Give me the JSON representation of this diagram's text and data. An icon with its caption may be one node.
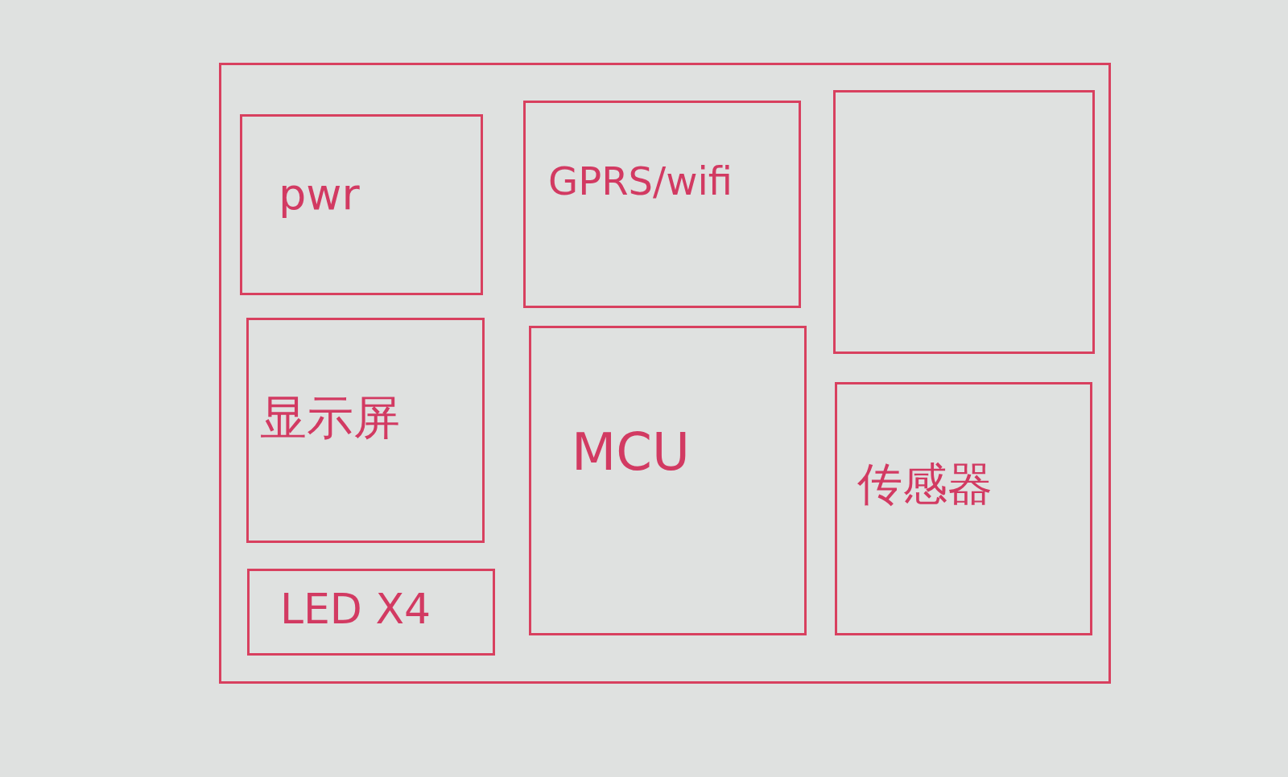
{
  "diagram": {
    "nodes": [
      {
        "text": [],
        "shape": "box"
      },
      {
        "text": [
          "pwr"
        ],
        "in": 0
      },
      {
        "text": [
          "GPRS/wifi"
        ],
        "in": 0
      },
      {
        "text": [],
        "shape": "box",
        "in": 0
      },
      {
        "text": [
          "显示屏"
        ],
        "in": 0
      },
      {
        "text": [
          "MCU"
        ],
        "in": 0
      },
      {
        "text": [
          "传感器"
        ],
        "in": 0
      },
      {
        "text": [
          "LED X4"
        ],
        "in": 0
      }
    ]
  }
}
